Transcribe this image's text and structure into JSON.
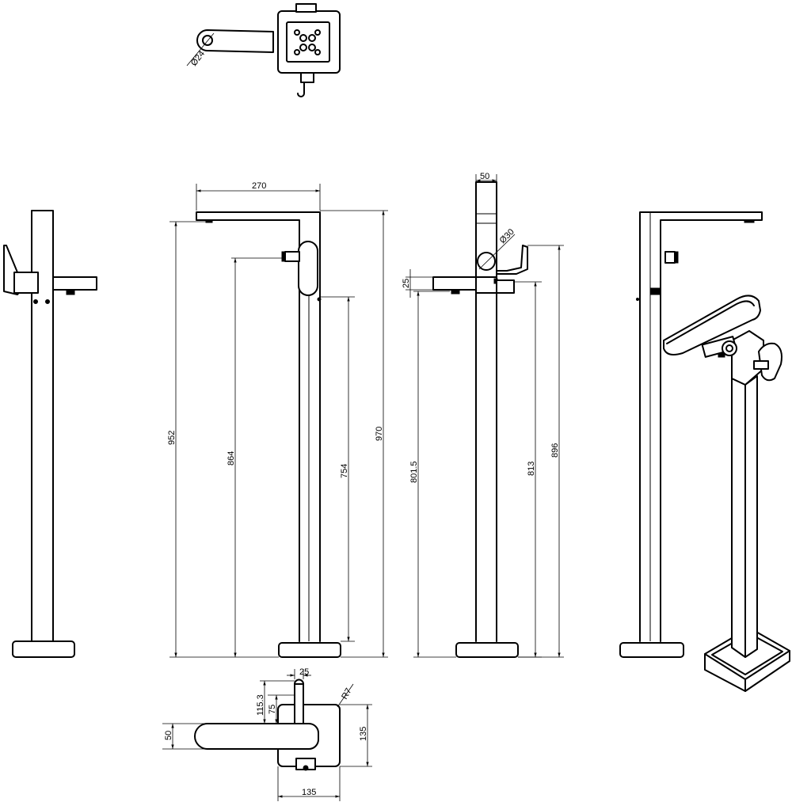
{
  "dimensions": {
    "plan_top_diameter": "Ø24",
    "spout_reach": "270",
    "total_height_left": "952",
    "handshower_holder_height": "864",
    "hose_outlet_height": "754",
    "total_height_right": "970",
    "side_width": "50",
    "handle_diameter": "Ø30",
    "spout_thickness": "25",
    "spout_outlet_height": "801.5",
    "lever_height": "813",
    "side_total_height": "896",
    "plan_holder_width": "25",
    "plan_offset_a": "115.3",
    "plan_offset_b": "75",
    "corner_radius": "R7",
    "spout_width": "50",
    "base_depth": "135",
    "base_width": "135"
  }
}
